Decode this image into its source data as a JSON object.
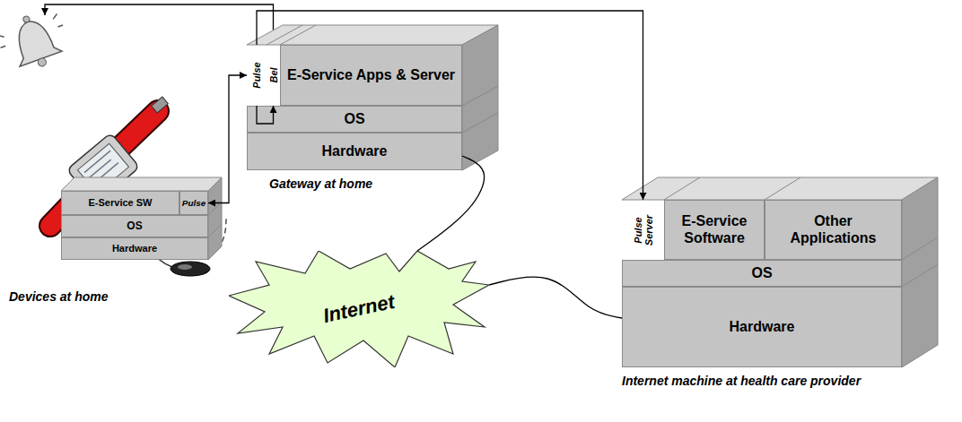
{
  "diagram": {
    "nodes": [
      {
        "text": [
          "Devices at home"
        ]
      },
      {
        "text": [
          "E-Service SW"
        ],
        "in": 0
      },
      {
        "text": [
          "Pulse"
        ],
        "in": 0
      },
      {
        "text": [
          "OS"
        ],
        "in": 0
      },
      {
        "text": [
          "Hardware"
        ],
        "in": 0
      },
      {
        "text": [
          "Gateway at home"
        ]
      },
      {
        "text": [
          "Pulse"
        ],
        "in": 5
      },
      {
        "text": [
          "Bel"
        ],
        "in": 5
      },
      {
        "text": [
          "E-Service Apps & Server"
        ],
        "in": 5
      },
      {
        "text": [
          "OS"
        ],
        "in": 5
      },
      {
        "text": [
          "Hardware"
        ],
        "in": 5
      },
      {
        "text": [
          "Internet"
        ]
      },
      {
        "text": [
          "Internet machine at health care provider"
        ]
      },
      {
        "text": [
          "Pulse Server"
        ],
        "in": 12
      },
      {
        "text": [
          "E-Service Software"
        ],
        "in": 12
      },
      {
        "text": [
          "Other Applications"
        ],
        "in": 12
      },
      {
        "text": [
          "OS"
        ],
        "in": 12
      },
      {
        "text": [
          "Hardware"
        ],
        "in": 12
      }
    ],
    "edges": [
      {
        "from": 2,
        "to": 6,
        "arrow": "both"
      },
      {
        "from": 6,
        "to": 13,
        "arrow": "to"
      },
      {
        "from": 6,
        "to": 7,
        "arrow": "to"
      },
      {
        "from": 10,
        "to": 11,
        "arrow": "none"
      },
      {
        "from": 11,
        "to": 17,
        "arrow": "none"
      }
    ]
  }
}
